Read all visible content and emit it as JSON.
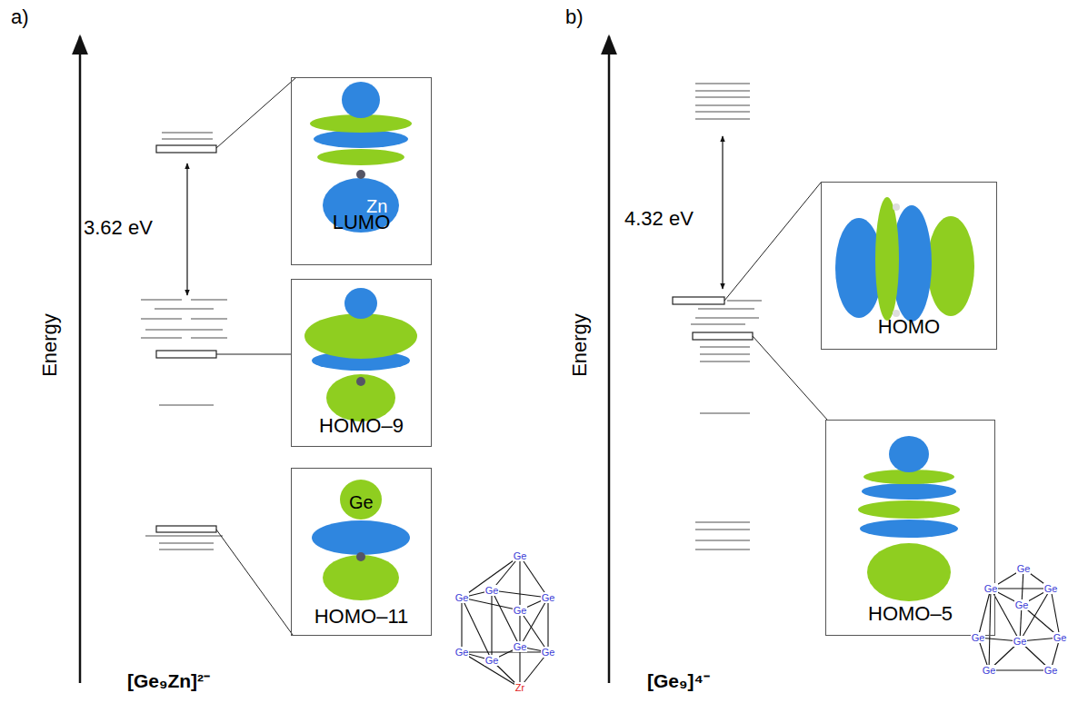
{
  "diagram": {
    "nodes": [
      {
        "text": [
          "Zn",
          "LUMO"
        ]
      },
      {
        "text": [
          "HOMO–9"
        ]
      },
      {
        "text": [
          "Ge",
          "HOMO–11"
        ]
      },
      {
        "text": [
          "HOMO"
        ]
      },
      {
        "text": [
          "HOMO–5"
        ]
      }
    ],
    "labels": [
      "a)",
      "b)",
      "Energy",
      "Energy",
      "3.62 eV",
      "4.32 eV",
      "[Ge₉Zn]²⁻",
      "[Ge₉]⁴⁻",
      "Ge",
      "Ge",
      "Ge",
      "Ge",
      "Ge",
      "Ge",
      "Ge",
      "Ge",
      "Ge",
      "Zr",
      "Ge",
      "Ge",
      "Ge",
      "Ge",
      "Ge",
      "Ge",
      "Ge",
      "Ge",
      "Ge"
    ]
  }
}
